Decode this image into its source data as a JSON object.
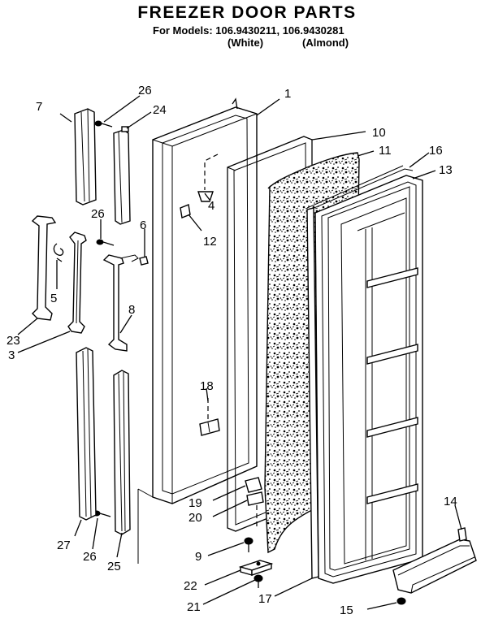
{
  "header": {
    "title": "FREEZER DOOR PARTS",
    "models": "For Models: 106.9430211, 106.9430281",
    "variant_white": "(White)",
    "variant_almond": "(Almond)"
  },
  "callouts": {
    "c1": "1",
    "c3": "3",
    "c4": "4",
    "c5": "5",
    "c6": "6",
    "c7": "7",
    "c8": "8",
    "c9": "9",
    "c10": "10",
    "c11": "11",
    "c12": "12",
    "c13": "13",
    "c14": "14",
    "c15": "15",
    "c16": "16",
    "c17": "17",
    "c18": "18",
    "c19": "19",
    "c20": "20",
    "c21": "21",
    "c22": "22",
    "c23": "23",
    "c24": "24",
    "c25": "25",
    "c26a": "26",
    "c26b": "26",
    "c26c": "26",
    "c27": "27"
  }
}
